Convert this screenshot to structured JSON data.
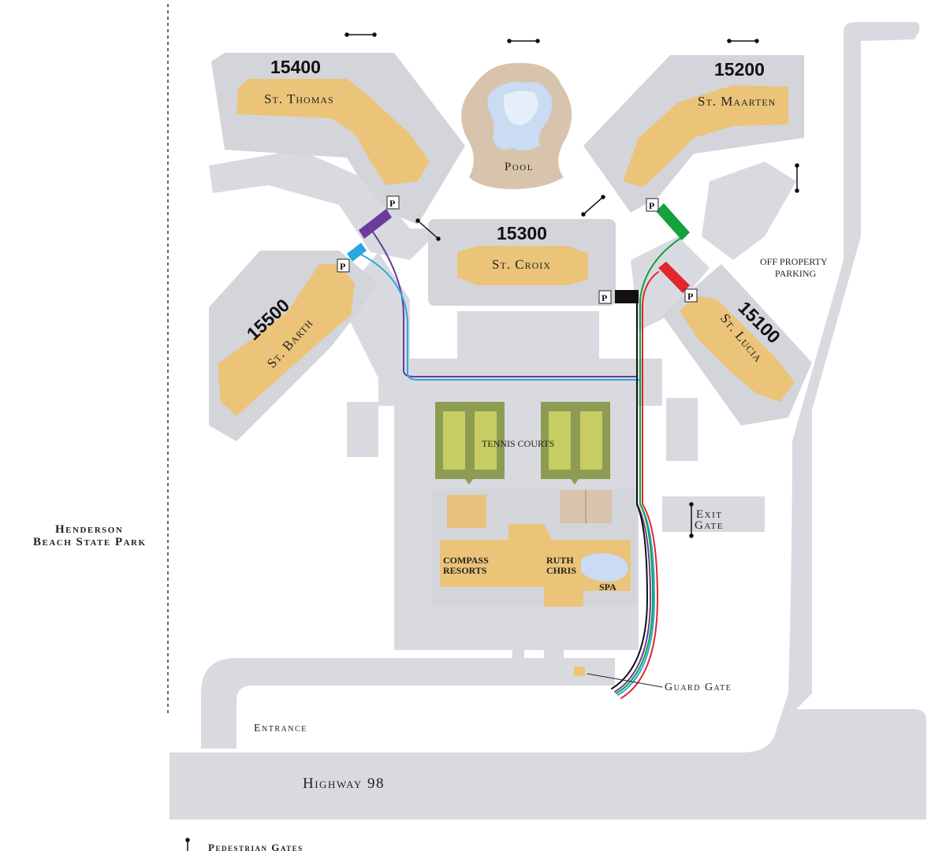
{
  "buildings": {
    "b15400": {
      "number": "15400",
      "name": "St. Thomas"
    },
    "b15200": {
      "number": "15200",
      "name": "St. Maarten"
    },
    "b15300": {
      "number": "15300",
      "name": "St. Croix"
    },
    "b15500": {
      "number": "15500",
      "name": "St. Barth"
    },
    "b15100": {
      "number": "15100",
      "name": "St. Lucia"
    }
  },
  "amenities": {
    "pool": "Pool",
    "tennis": "TENNIS COURTS",
    "compass_line1": "COMPASS",
    "compass_line2": "RESORTS",
    "ruth_line1": "RUTH",
    "ruth_line2": "CHRIS",
    "spa": "SPA"
  },
  "places": {
    "park_line1": "Henderson",
    "park_line2": "Beach State Park",
    "offsite_line1": "OFF PROPERTY",
    "offsite_line2": "PARKING",
    "exit_line1": "Exit",
    "exit_line2": "Gate",
    "guard_gate": "Guard Gate",
    "entrance": "Entrance",
    "highway": "Highway 98"
  },
  "legend": {
    "pedestrian_gates": "Pedestrian Gates"
  },
  "parking_symbol": "P",
  "route_colors": {
    "purple": "#6a3d9a",
    "cyan": "#29a8e0",
    "green": "#13a23c",
    "red": "#e0262b",
    "black": "#111111"
  },
  "colors": {
    "road": "#d9dadf",
    "building": "#ebc479",
    "pool_deck": "#d8c3ad",
    "pool_water": "#c9dcf3",
    "court": "#8d9c53",
    "court_inner": "#c7cd62"
  }
}
